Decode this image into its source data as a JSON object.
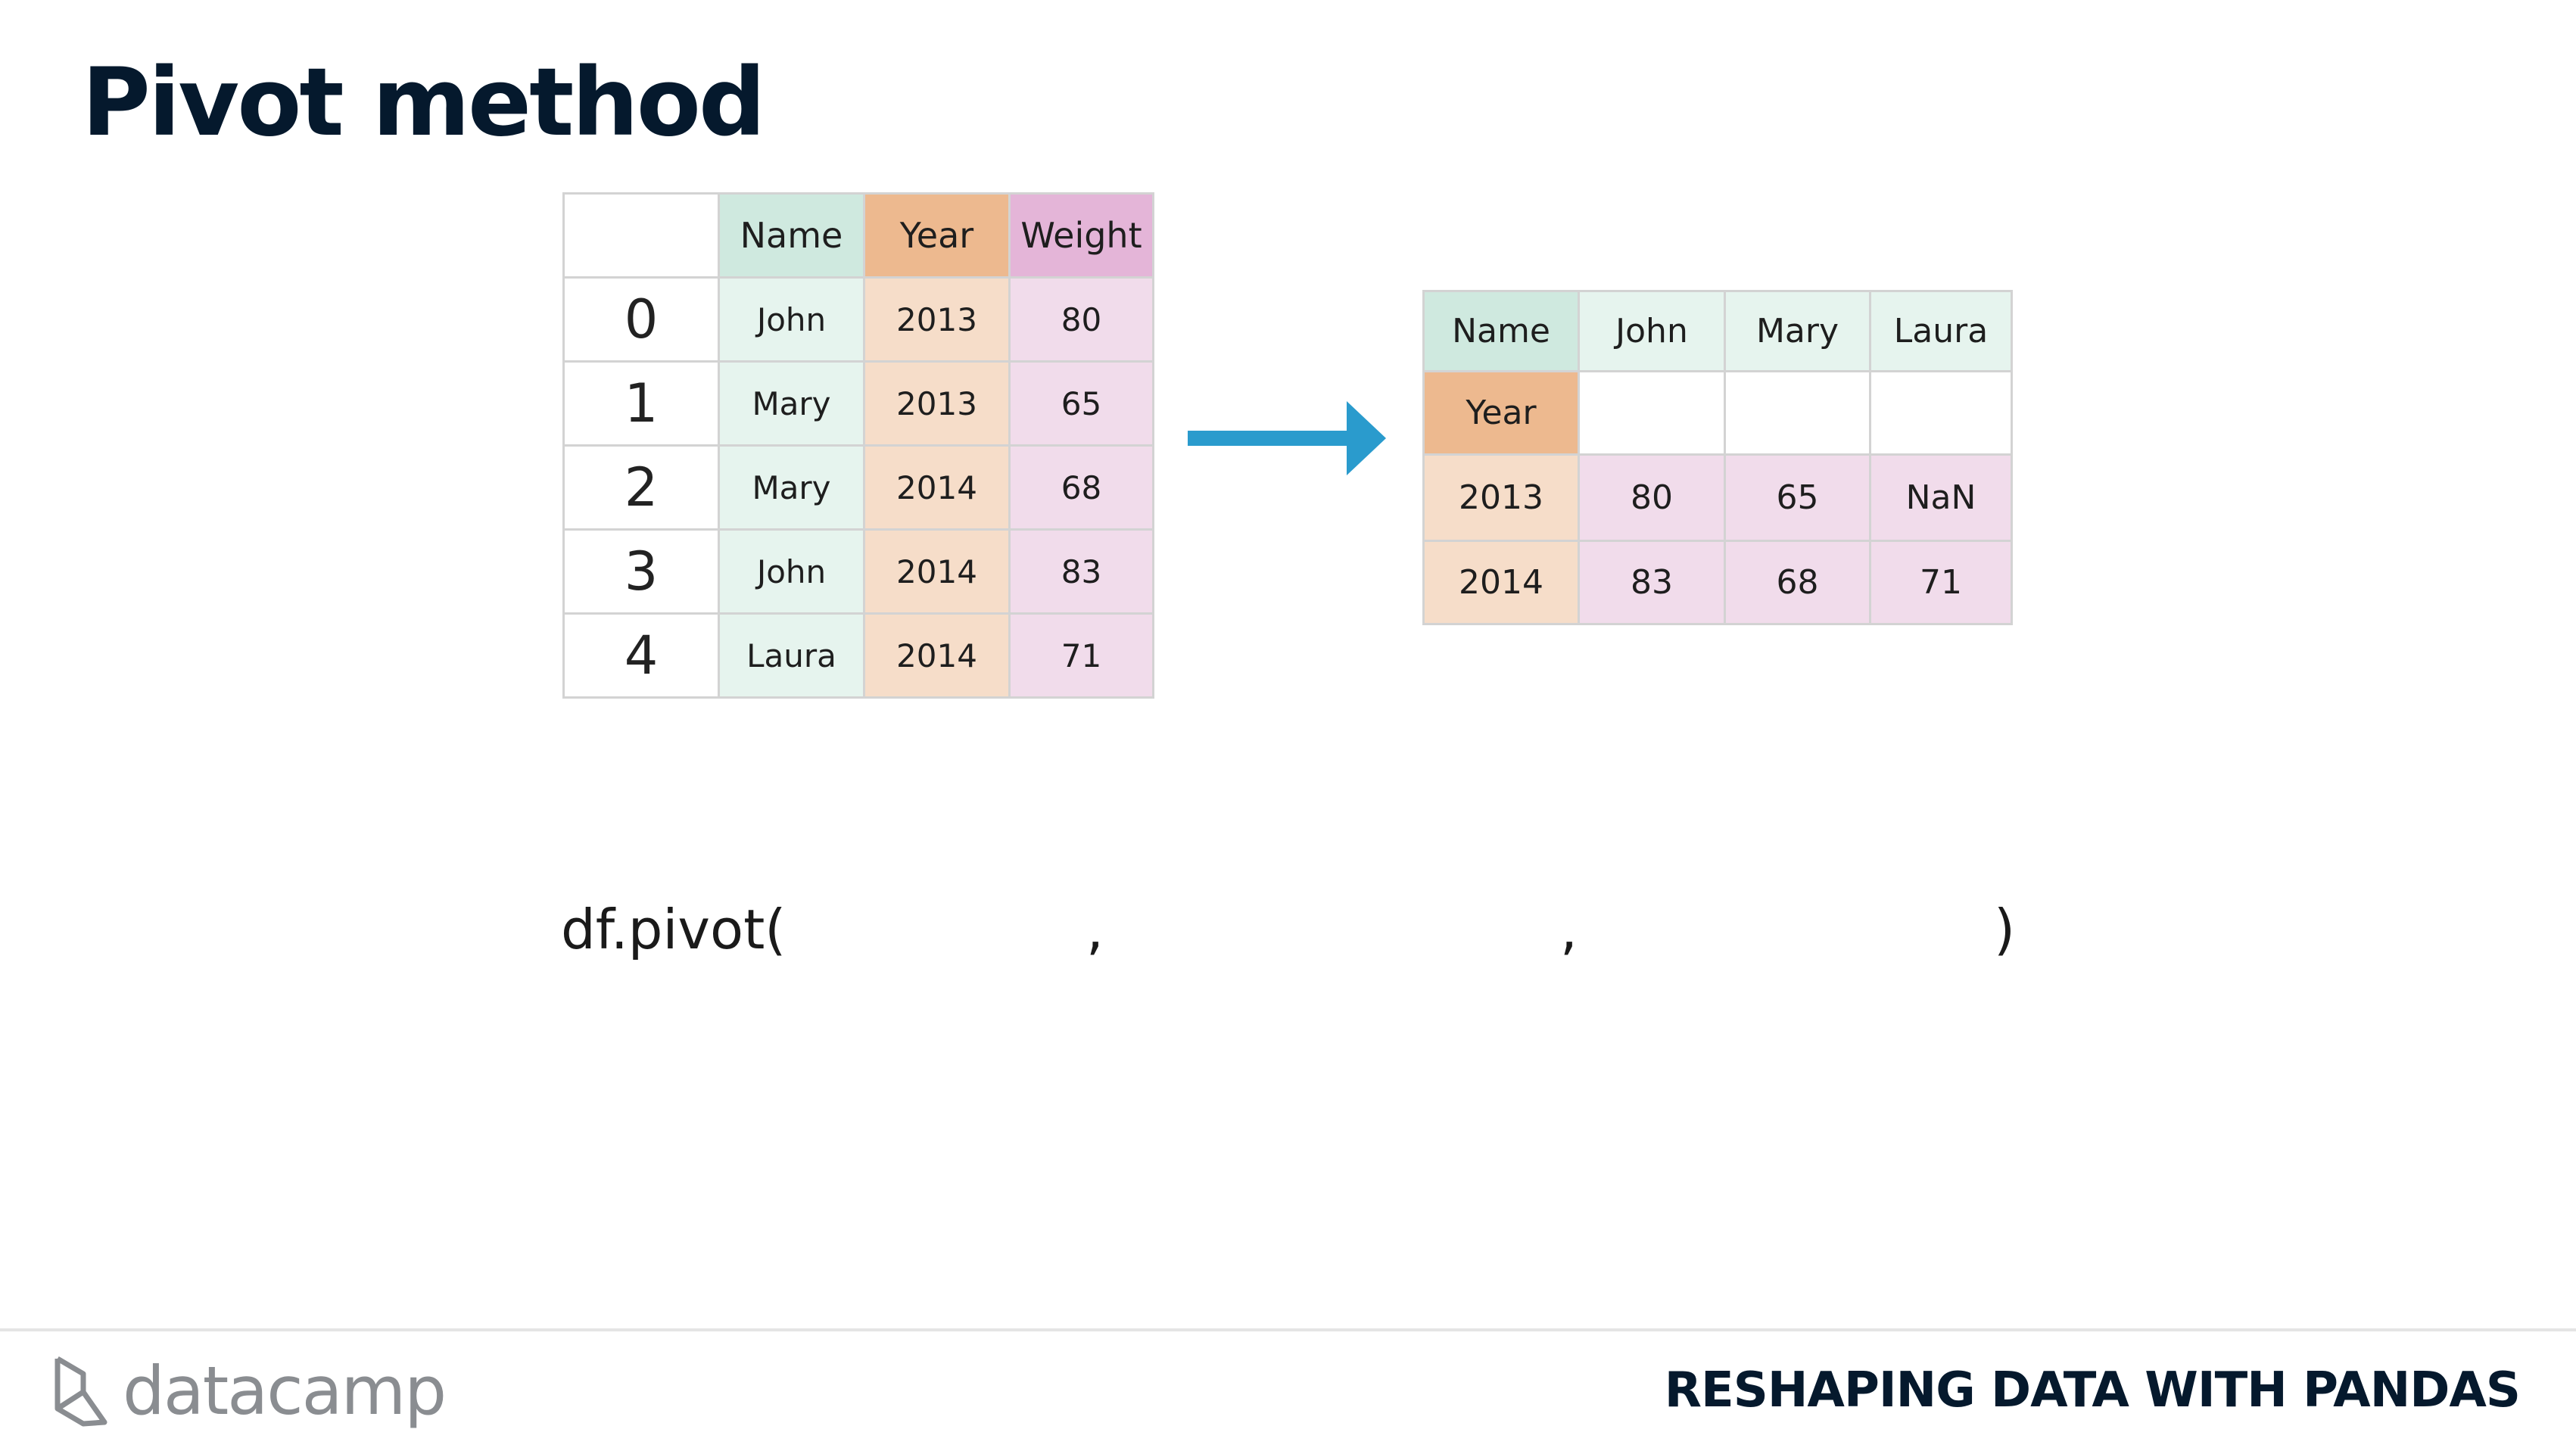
{
  "slide": {
    "title": "Pivot method",
    "course": "RESHAPING DATA WITH PANDAS",
    "brand": "datacamp"
  },
  "original_table": {
    "header": [
      "",
      "Name",
      "Year",
      "Weight"
    ],
    "rows": [
      {
        "index": "0",
        "name": "John",
        "year": "2013",
        "weight": "80"
      },
      {
        "index": "1",
        "name": "Mary",
        "year": "2013",
        "weight": "65"
      },
      {
        "index": "2",
        "name": "Mary",
        "year": "2014",
        "weight": "68"
      },
      {
        "index": "3",
        "name": "John",
        "year": "2014",
        "weight": "83"
      },
      {
        "index": "4",
        "name": "Laura",
        "year": "2014",
        "weight": "71"
      }
    ]
  },
  "pivot_table": {
    "columns_label": "Name",
    "columns": [
      "John",
      "Mary",
      "Laura"
    ],
    "index_label": "Year",
    "rows": [
      {
        "year": "2013",
        "values": [
          "80",
          "65",
          "NaN"
        ]
      },
      {
        "year": "2014",
        "values": [
          "83",
          "68",
          "71"
        ]
      }
    ]
  },
  "code": {
    "prefix": "df.pivot(",
    "sep1": ",",
    "sep2": ",",
    "suffix": ")"
  },
  "colors": {
    "arrow": "#2a9bcd",
    "name_header": "#cfe9df",
    "year_header": "#edb98f",
    "weight_header": "#e4b5d8"
  },
  "icons": {
    "arrow": "right-arrow-icon",
    "logo": "datacamp-logo-icon"
  }
}
